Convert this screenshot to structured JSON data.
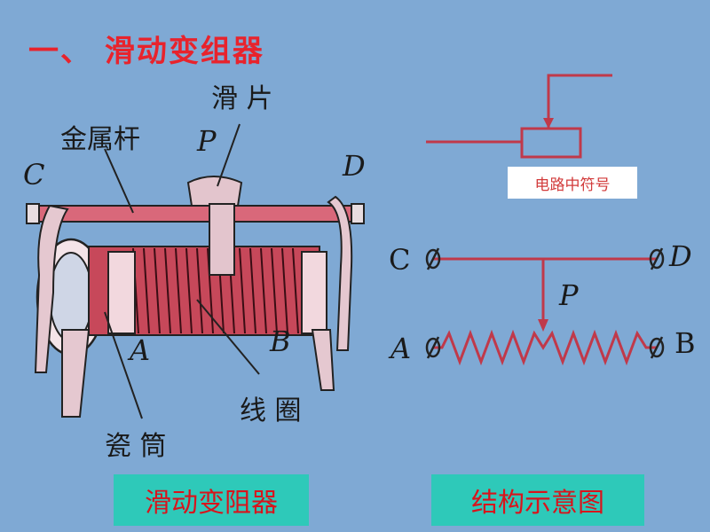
{
  "title": "一、 滑动变组器",
  "photo_labels": {
    "slider": "滑 片",
    "rod": "金属杆",
    "coil": "线 圈",
    "tube": "瓷 筒",
    "P": "P",
    "C": "C",
    "D": "D",
    "A": "A",
    "B": "B"
  },
  "symbol_caption": "电路中符号",
  "schematic_labels": {
    "C": "C",
    "D": "D",
    "P": "P",
    "A": "A",
    "B": "B"
  },
  "captions": {
    "left": "滑动变阻器",
    "right": "结构示意图"
  },
  "colors": {
    "title": "#e8232c",
    "wire": "#c0394a",
    "caption_bg": "#2ec9b9",
    "caption_text": "#d8141c"
  }
}
